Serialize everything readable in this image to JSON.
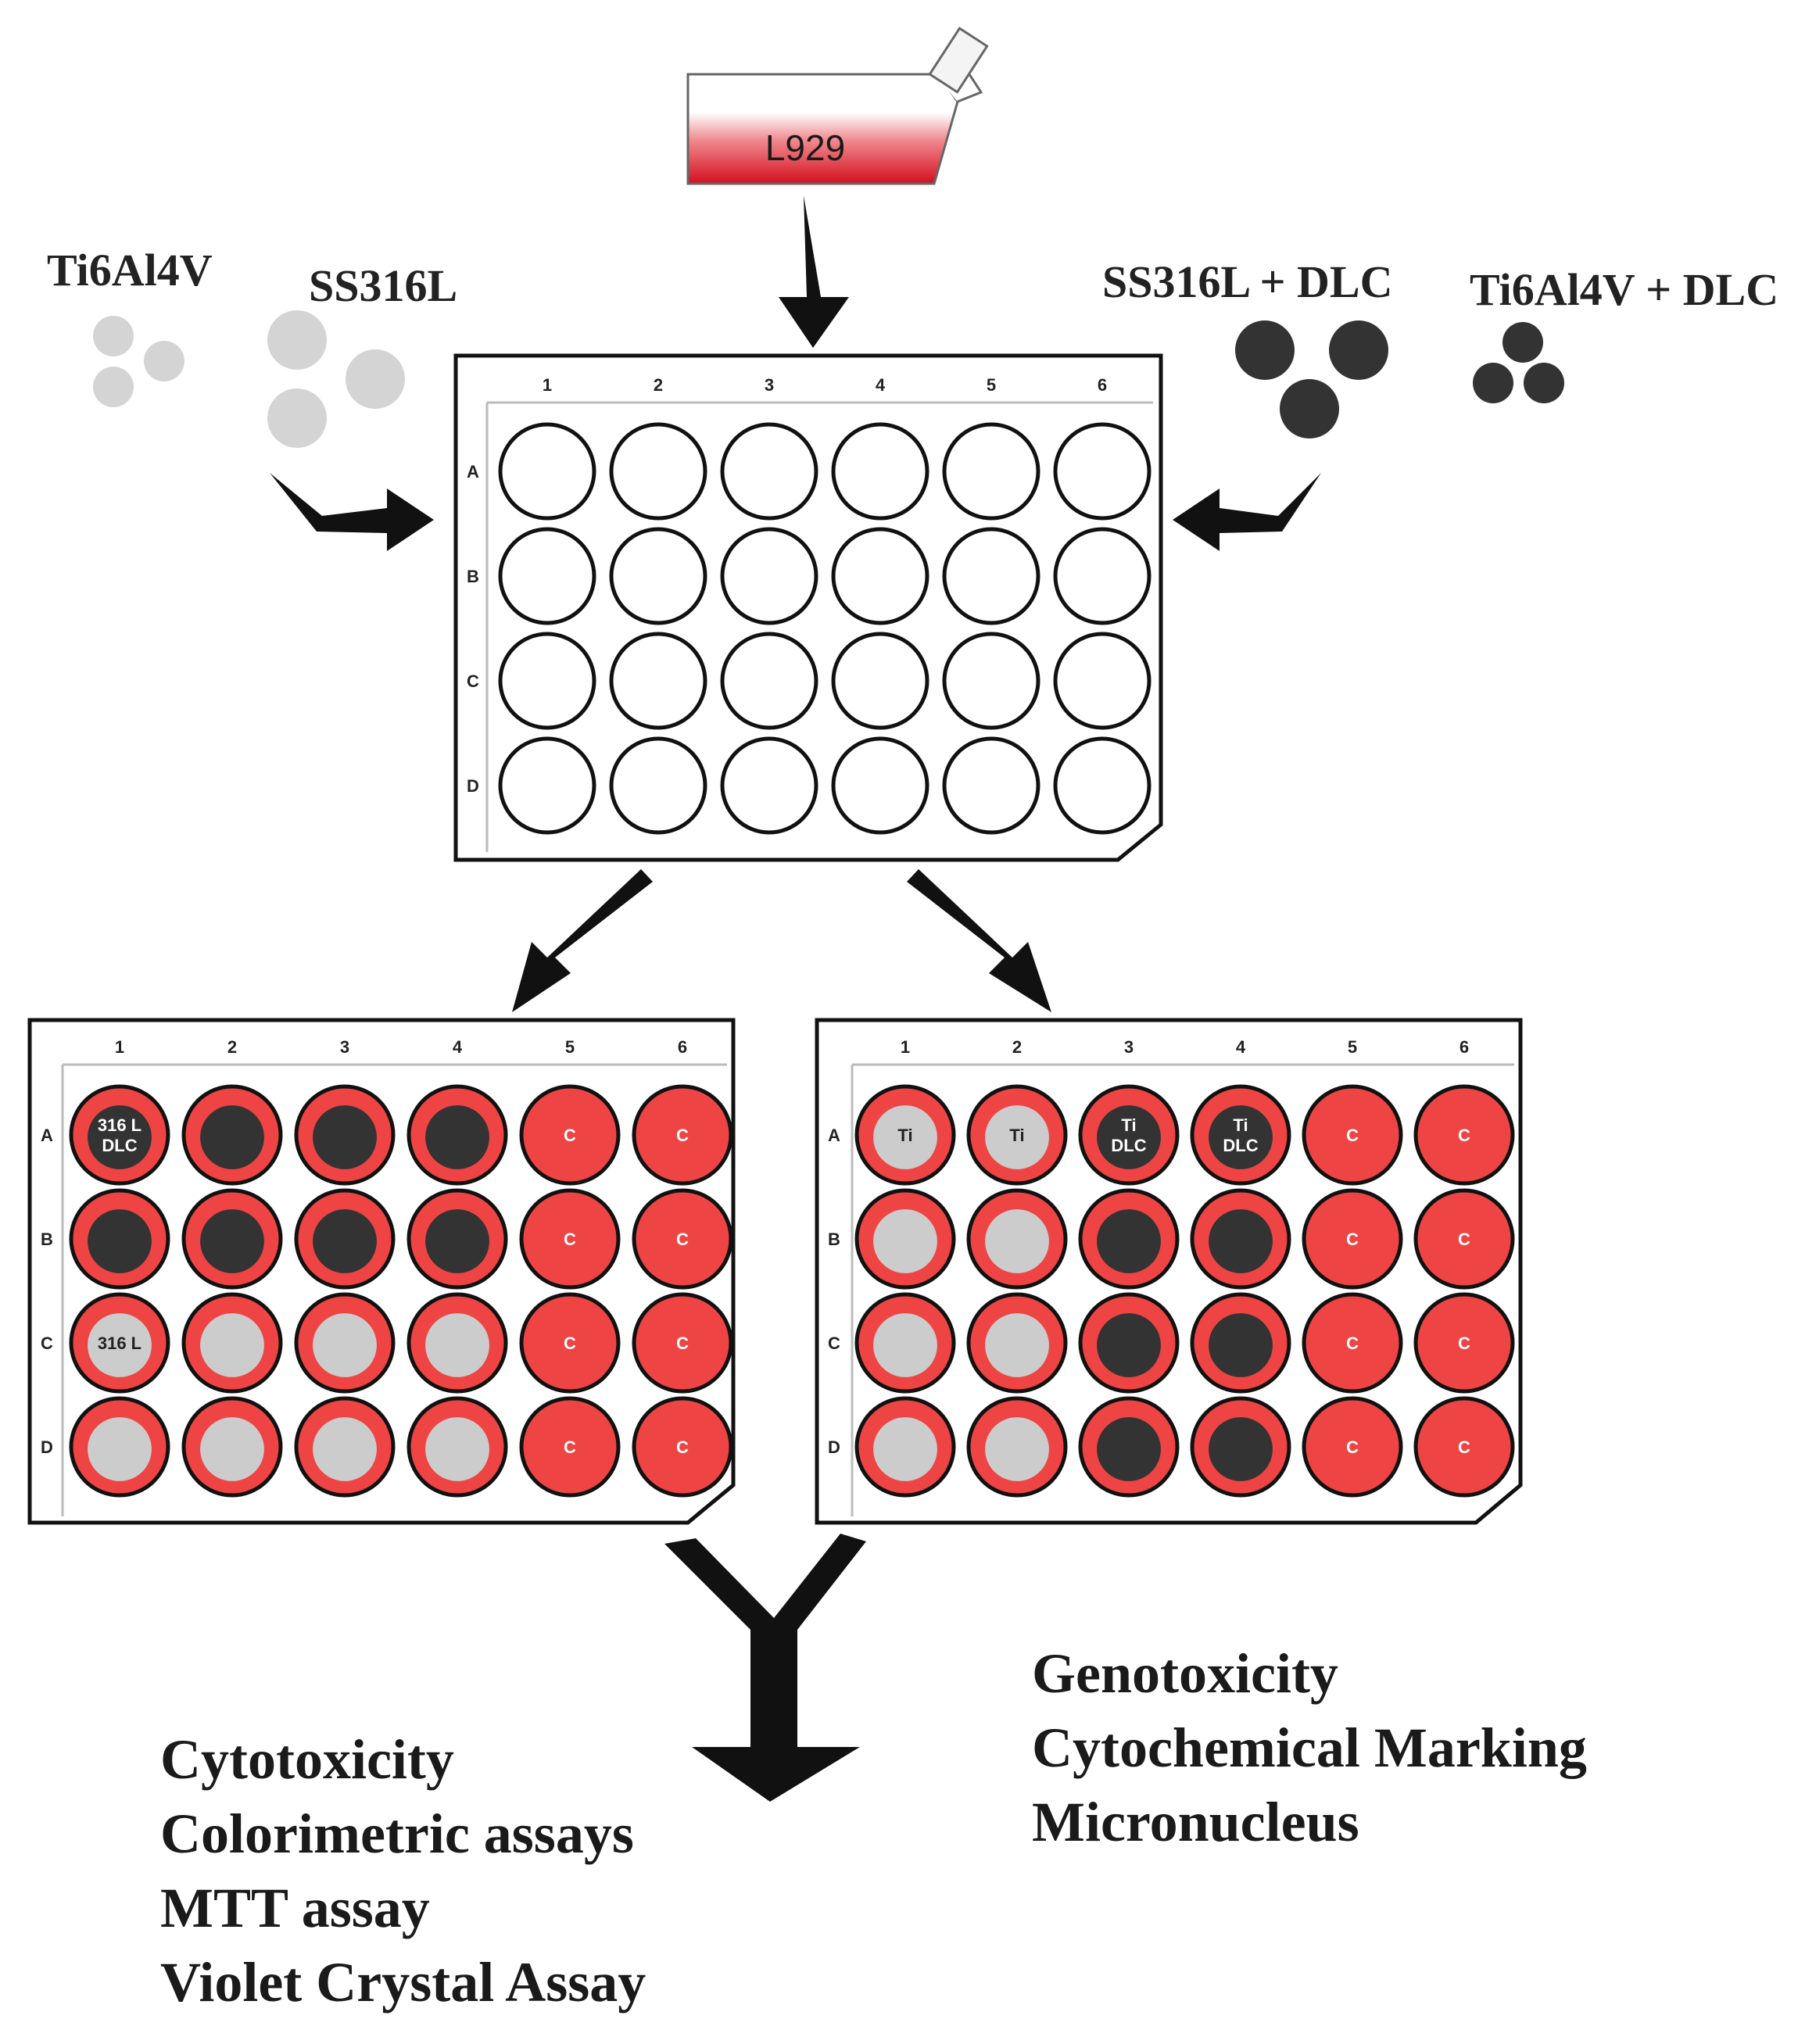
{
  "flask": {
    "label": "L929"
  },
  "samples": {
    "left": [
      {
        "label": "Ti6Al4V",
        "color": "#cccccc"
      },
      {
        "label": "SS316L",
        "color": "#cccccc"
      }
    ],
    "right": [
      {
        "label": "SS316L + DLC",
        "color": "#333333"
      },
      {
        "label": "Ti6Al4V + DLC",
        "color": "#333333"
      }
    ]
  },
  "plate": {
    "columns": [
      "1",
      "2",
      "3",
      "4",
      "5",
      "6"
    ],
    "rows": [
      "A",
      "B",
      "C",
      "D"
    ]
  },
  "plate_left": {
    "wells": [
      [
        "dlc",
        "dlc",
        "dlc",
        "dlc",
        "ctrl",
        "ctrl"
      ],
      [
        "dlc",
        "dlc",
        "dlc",
        "dlc",
        "ctrl",
        "ctrl"
      ],
      [
        "metal",
        "metal",
        "metal",
        "metal",
        "ctrl",
        "ctrl"
      ],
      [
        "metal",
        "metal",
        "metal",
        "metal",
        "ctrl",
        "ctrl"
      ]
    ],
    "labels": {
      "r0c0": "316 L DLC",
      "r2c0": "316 L"
    }
  },
  "plate_right": {
    "wells": [
      [
        "metal",
        "metal",
        "dlc",
        "dlc",
        "ctrl",
        "ctrl"
      ],
      [
        "metal",
        "metal",
        "dlc",
        "dlc",
        "ctrl",
        "ctrl"
      ],
      [
        "metal",
        "metal",
        "dlc",
        "dlc",
        "ctrl",
        "ctrl"
      ],
      [
        "metal",
        "metal",
        "dlc",
        "dlc",
        "ctrl",
        "ctrl"
      ]
    ],
    "labels": {
      "r0c0": "Ti",
      "r0c1": "Ti",
      "r0c2": "Ti DLC",
      "r0c3": "Ti DLC"
    }
  },
  "control_label": "C",
  "assays_left": [
    "Cytotoxicity",
    "Colorimetric assays",
    "MTT assay",
    "Violet Crystal Assay"
  ],
  "assays_right": [
    "Genotoxicity",
    "Cytochemical Marking",
    "Micronucleus"
  ],
  "colors": {
    "medium": "#ee4444",
    "metal": "#cccccc",
    "dlc": "#333333",
    "flask_red": "#dd1122"
  }
}
